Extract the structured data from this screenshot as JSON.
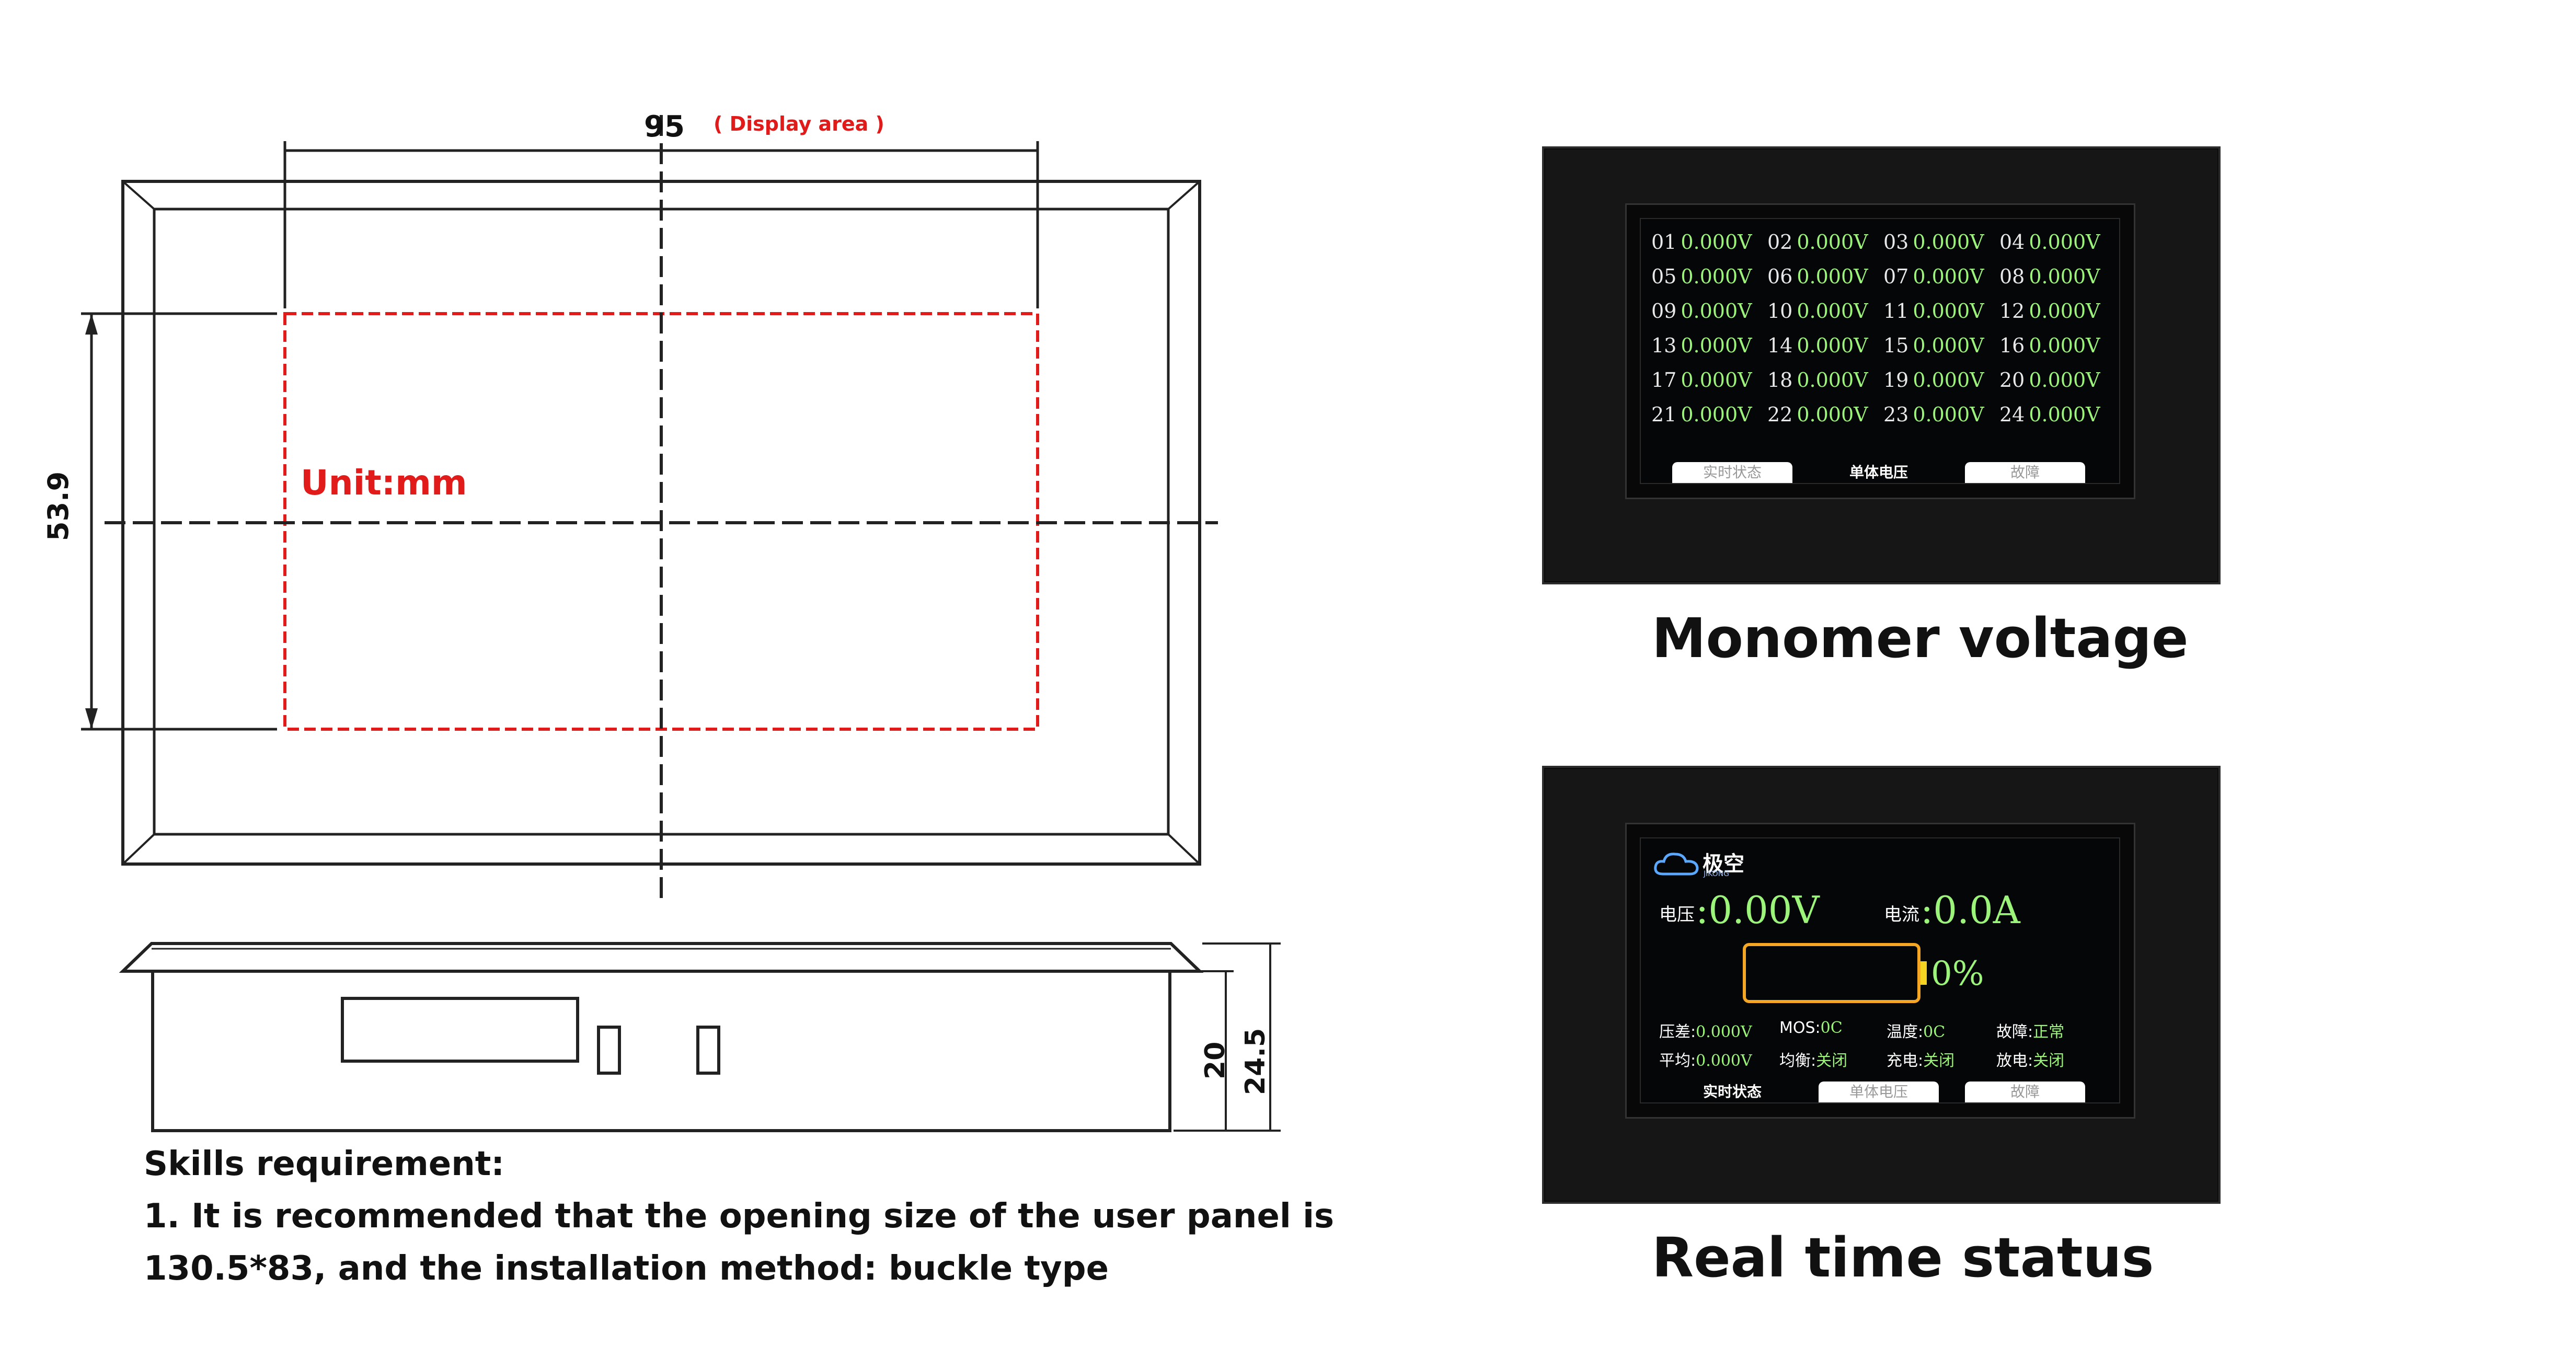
{
  "drawing": {
    "width_dim": "95",
    "display_area": "( Display area )",
    "unit": "Unit:mm",
    "height_dim": "53.9",
    "depth_dim_1": "20",
    "depth_dim_2": "24.5"
  },
  "requirements": {
    "heading": "Skills requirement:",
    "line1": "1. It is recommended that the opening size of the user panel is",
    "line2": "130.5*83, and the installation method: buckle type"
  },
  "monomer_screen": {
    "cells": [
      {
        "num": "01",
        "val": "0.000V"
      },
      {
        "num": "02",
        "val": "0.000V"
      },
      {
        "num": "03",
        "val": "0.000V"
      },
      {
        "num": "04",
        "val": "0.000V"
      },
      {
        "num": "05",
        "val": "0.000V"
      },
      {
        "num": "06",
        "val": "0.000V"
      },
      {
        "num": "07",
        "val": "0.000V"
      },
      {
        "num": "08",
        "val": "0.000V"
      },
      {
        "num": "09",
        "val": "0.000V"
      },
      {
        "num": "10",
        "val": "0.000V"
      },
      {
        "num": "11",
        "val": "0.000V"
      },
      {
        "num": "12",
        "val": "0.000V"
      },
      {
        "num": "13",
        "val": "0.000V"
      },
      {
        "num": "14",
        "val": "0.000V"
      },
      {
        "num": "15",
        "val": "0.000V"
      },
      {
        "num": "16",
        "val": "0.000V"
      },
      {
        "num": "17",
        "val": "0.000V"
      },
      {
        "num": "18",
        "val": "0.000V"
      },
      {
        "num": "19",
        "val": "0.000V"
      },
      {
        "num": "20",
        "val": "0.000V"
      },
      {
        "num": "21",
        "val": "0.000V"
      },
      {
        "num": "22",
        "val": "0.000V"
      },
      {
        "num": "23",
        "val": "0.000V"
      },
      {
        "num": "24",
        "val": "0.000V"
      }
    ],
    "tabs": [
      "实时状态",
      "单体电压",
      "故障"
    ],
    "caption": "Monomer voltage"
  },
  "status_screen": {
    "logo": "极空",
    "logo_sub": "JIKONG",
    "voltage_label": "电压",
    "voltage_value": ":0.00V",
    "current_label": "电流",
    "current_value": ":0.0A",
    "battery_percent": "0%",
    "battery_level": 0,
    "rows": [
      [
        {
          "k": "压差:",
          "v": "0.000V"
        },
        {
          "k": "MOS:",
          "v": "0C"
        },
        {
          "k": "温度:",
          "v": "0C"
        },
        {
          "k": "故障:",
          "v": "正常"
        }
      ],
      [
        {
          "k": "平均:",
          "v": "0.000V"
        },
        {
          "k": "均衡:",
          "v": "关闭"
        },
        {
          "k": "充电:",
          "v": "关闭"
        },
        {
          "k": "放电:",
          "v": "关闭"
        }
      ]
    ],
    "tabs": [
      "实时状态",
      "单体电压",
      "故障"
    ],
    "caption": "Real time status"
  },
  "colors": {
    "dimension_red": "#e11a1a",
    "lcd_green": "#9cf57a",
    "battery_orange": "#f5a623"
  }
}
